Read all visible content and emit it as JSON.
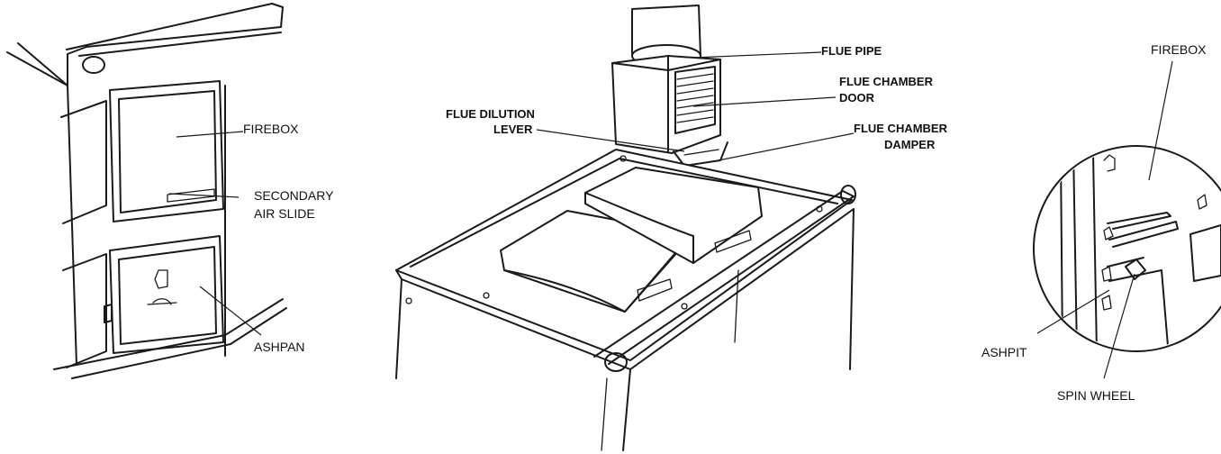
{
  "left_view": {
    "labels": {
      "firebox": "FIREBOX",
      "secondary_air_slide_1": "SECONDARY",
      "secondary_air_slide_2": "AIR SLIDE",
      "ashpan": "ASHPAN"
    }
  },
  "center_view": {
    "labels": {
      "flue_pipe": "FLUE PIPE",
      "flue_chamber_door_1": "FLUE CHAMBER",
      "flue_chamber_door_2": "DOOR",
      "flue_dilution_lever_1": "FLUE DILUTION",
      "flue_dilution_lever_2": "LEVER",
      "flue_chamber_damper_1": "FLUE CHAMBER",
      "flue_chamber_damper_2": "DAMPER"
    }
  },
  "right_view": {
    "labels": {
      "firebox": "FIREBOX",
      "ashpit": "ASHPIT",
      "spin_wheel": "SPIN WHEEL"
    }
  }
}
